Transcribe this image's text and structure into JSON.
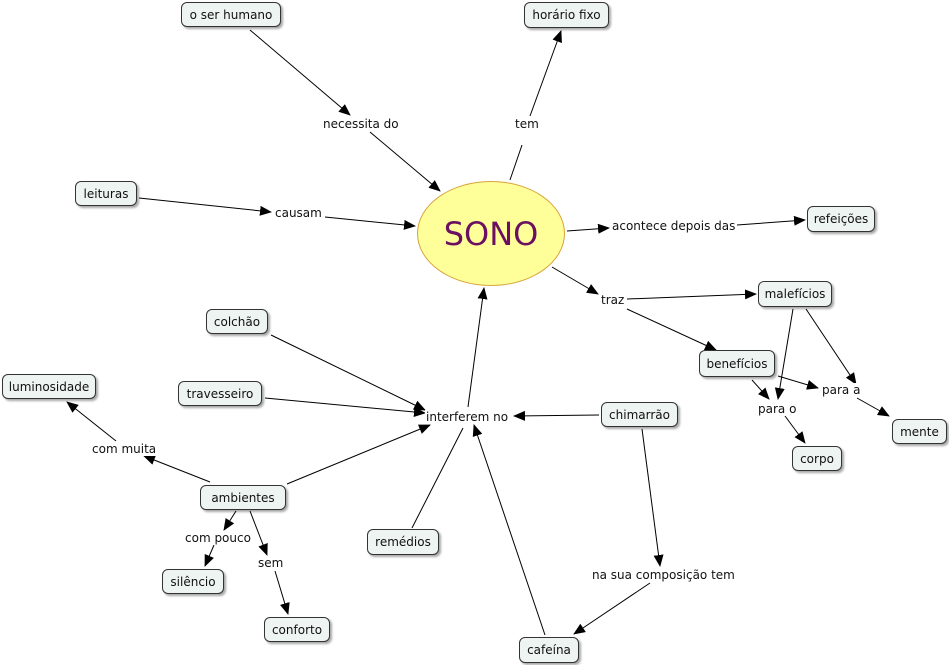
{
  "central": "SONO",
  "concepts": {
    "ser_humano": "o ser humano",
    "horario_fixo": "horário fixo",
    "leituras": "leituras",
    "refeicoes": "refeições",
    "maleficios": "malefícios",
    "colchao": "colchão",
    "beneficios": "benefícios",
    "luminosidade": "luminosidade",
    "travesseiro": "travesseiro",
    "chimarrao": "chimarrão",
    "mente": "mente",
    "corpo": "corpo",
    "ambientes": "ambientes",
    "remedios": "remédios",
    "silencio": "silêncio",
    "conforto": "conforto",
    "cafeina": "cafeína"
  },
  "links": {
    "necessita_do": "necessita do",
    "tem": "tem",
    "causam": "causam",
    "acontece_depois_das": "acontece depois das",
    "traz": "traz",
    "interferem_no": "interferem no",
    "com_muita": "com muita",
    "para_a": "para a",
    "para_o": "para o",
    "com_pouco": "com pouco",
    "sem": "sem",
    "na_sua_composicao_tem": "na sua composição tem"
  }
}
